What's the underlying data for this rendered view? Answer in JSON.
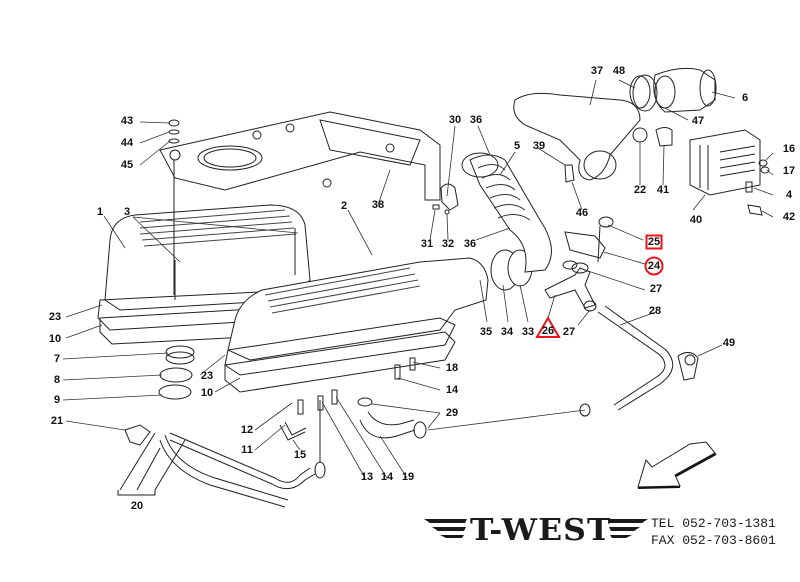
{
  "diagram": {
    "title": "Air intake / intake manifold exploded parts diagram",
    "part_labels": [
      {
        "id": "43",
        "text": "43"
      },
      {
        "id": "44",
        "text": "44"
      },
      {
        "id": "45",
        "text": "45"
      },
      {
        "id": "1",
        "text": "1"
      },
      {
        "id": "3",
        "text": "3"
      },
      {
        "id": "2",
        "text": "2"
      },
      {
        "id": "38",
        "text": "38"
      },
      {
        "id": "23a",
        "text": "23"
      },
      {
        "id": "10a",
        "text": "10"
      },
      {
        "id": "7",
        "text": "7"
      },
      {
        "id": "8",
        "text": "8"
      },
      {
        "id": "9",
        "text": "9"
      },
      {
        "id": "23b",
        "text": "23"
      },
      {
        "id": "10b",
        "text": "10"
      },
      {
        "id": "21",
        "text": "21"
      },
      {
        "id": "20",
        "text": "20"
      },
      {
        "id": "12",
        "text": "12"
      },
      {
        "id": "11",
        "text": "11"
      },
      {
        "id": "15",
        "text": "15"
      },
      {
        "id": "13",
        "text": "13"
      },
      {
        "id": "14a",
        "text": "14"
      },
      {
        "id": "19",
        "text": "19"
      },
      {
        "id": "18",
        "text": "18"
      },
      {
        "id": "14b",
        "text": "14"
      },
      {
        "id": "29",
        "text": "29"
      },
      {
        "id": "30",
        "text": "30"
      },
      {
        "id": "36a",
        "text": "36"
      },
      {
        "id": "5",
        "text": "5"
      },
      {
        "id": "31",
        "text": "31"
      },
      {
        "id": "32",
        "text": "32"
      },
      {
        "id": "36b",
        "text": "36"
      },
      {
        "id": "35",
        "text": "35"
      },
      {
        "id": "34",
        "text": "34"
      },
      {
        "id": "33",
        "text": "33"
      },
      {
        "id": "26",
        "text": "26"
      },
      {
        "id": "27a",
        "text": "27"
      },
      {
        "id": "27b",
        "text": "27"
      },
      {
        "id": "28",
        "text": "28"
      },
      {
        "id": "39",
        "text": "39"
      },
      {
        "id": "46",
        "text": "46"
      },
      {
        "id": "25",
        "text": "25"
      },
      {
        "id": "24",
        "text": "24"
      },
      {
        "id": "37",
        "text": "37"
      },
      {
        "id": "48",
        "text": "48"
      },
      {
        "id": "6",
        "text": "6"
      },
      {
        "id": "47",
        "text": "47"
      },
      {
        "id": "22",
        "text": "22"
      },
      {
        "id": "41",
        "text": "41"
      },
      {
        "id": "40",
        "text": "40"
      },
      {
        "id": "16",
        "text": "16"
      },
      {
        "id": "17",
        "text": "17"
      },
      {
        "id": "4",
        "text": "4"
      },
      {
        "id": "42",
        "text": "42"
      },
      {
        "id": "49",
        "text": "49"
      }
    ],
    "highlighted": [
      {
        "part": "25",
        "marker": "square"
      },
      {
        "part": "24",
        "marker": "circle"
      },
      {
        "part": "26",
        "marker": "triangle"
      }
    ],
    "marker_color": "#e8141c",
    "direction_arrow": "front-direction-arrow"
  },
  "branding": {
    "logo_text": "T-WEST",
    "tel_label": "TEL",
    "tel": "052-703-1381",
    "fax_label": "FAX",
    "fax": "052-703-8601"
  }
}
